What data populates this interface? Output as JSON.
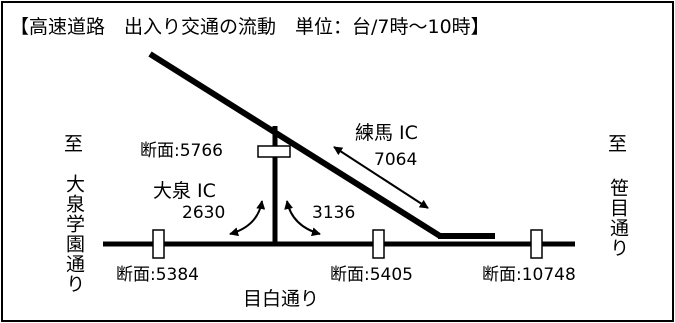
{
  "title": "【高速道路　出入り交通の流動　単位：台/7時～10時】",
  "destinations": {
    "left_to": "至",
    "left_name": "大泉学園通り",
    "right_to": "至",
    "right_name": "笹目通り"
  },
  "road_name": "目白通り",
  "interchanges": [
    {
      "name": "大泉 IC",
      "ramps": [
        {
          "value": "2630"
        },
        {
          "value": "3136"
        }
      ]
    },
    {
      "name": "練馬 IC",
      "ramps": [
        {
          "value": "7064"
        }
      ]
    }
  ],
  "sections": [
    {
      "label": "断面:5766"
    },
    {
      "label": "断面:5384"
    },
    {
      "label": "断面:5405"
    },
    {
      "label": "断面:10748"
    }
  ],
  "colors": {
    "line": "#000000",
    "background": "#ffffff"
  }
}
